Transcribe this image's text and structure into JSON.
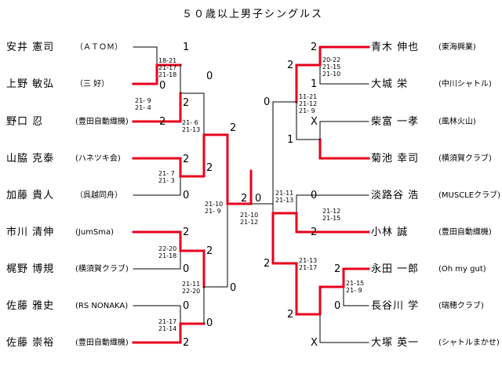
{
  "title": "５０歳以上男子シングルス",
  "left_players": [
    {
      "name": "安井 憲司",
      "club": "（ＡＴＯＭ）"
    },
    {
      "name": "上野 敏弘",
      "club": "（三 好）"
    },
    {
      "name": "野口 忍",
      "club": "(豊田自動織機)"
    },
    {
      "name": "山脇 克泰",
      "club": "(ハネツキ会)"
    },
    {
      "name": "加藤 貴人",
      "club": "（呉越同舟）"
    },
    {
      "name": "市川 清伸",
      "club": "(JumSma)"
    },
    {
      "name": "梶野 博規",
      "club": "(横須賀クラブ)"
    },
    {
      "name": "佐藤 雅史",
      "club": "(RS NONAKA)"
    },
    {
      "name": "佐藤 崇裕",
      "club": "(豊田自動織機)"
    }
  ],
  "right_players": [
    {
      "name": "青木 伸也",
      "club": "(東海興業)"
    },
    {
      "name": "大城 栄",
      "club": "(中川シャトル)"
    },
    {
      "name": "柴富 一孝",
      "club": "(風林火山)"
    },
    {
      "name": "菊池 幸司",
      "club": "(横須賀クラブ)"
    },
    {
      "name": "淡路谷 浩",
      "club": "(MUSCLEクラブ)"
    },
    {
      "name": "小林 誠",
      "club": "(豊田自動織機)"
    },
    {
      "name": "永田 一郎",
      "club": "(Oh my gut)"
    },
    {
      "name": "長谷川 学",
      "club": "(瑞穂クラブ)"
    },
    {
      "name": "大塚 英一",
      "club": "(シャトルまかせ)"
    }
  ],
  "set_scores": {
    "l_r1": "18-21\n21-17\n21-18",
    "l_r2a": "21- 9\n21- 4",
    "l_r3a": "21- 6\n21-13",
    "l_r2b": "21- 7\n21- 3",
    "l_r2c": "22-20\n21-18",
    "l_r3b": "21-11\n22-20",
    "l_r2d": "21-17\n21-14",
    "l_semi": "21-10\n21- 9",
    "final": "21-10\n21-12",
    "r_semi": "21-11\n21-13",
    "r_r2a": "20-22\n21-15\n21-10",
    "r_r3a": "11-21\n21-12\n21- 9",
    "r_r2b": "21-12\n21-15",
    "r_r3b": "21-13\n21-17",
    "r_r1": "21-15\n21- 9"
  },
  "games_won": {
    "a1": "1",
    "a2": "0",
    "a3": "0",
    "a4": "2",
    "a5": "2",
    "a6": "2",
    "a7": "2",
    "a8": "0",
    "a9": "2",
    "a10": "2",
    "a11": "0",
    "a12": "2",
    "a13": "0",
    "a14": "0",
    "a15": "2",
    "a16": "0",
    "b1": "2",
    "b2": "1",
    "b3": "X",
    "b4": "1",
    "b5": "2",
    "b6": "0",
    "b7": "0",
    "b8": "2",
    "b9": "2",
    "b10": "2",
    "b11": "0",
    "b12": "2",
    "b13": "X"
  },
  "colors": {
    "winner_line": "#e8001c",
    "line": "#000000",
    "text": "#000000"
  }
}
